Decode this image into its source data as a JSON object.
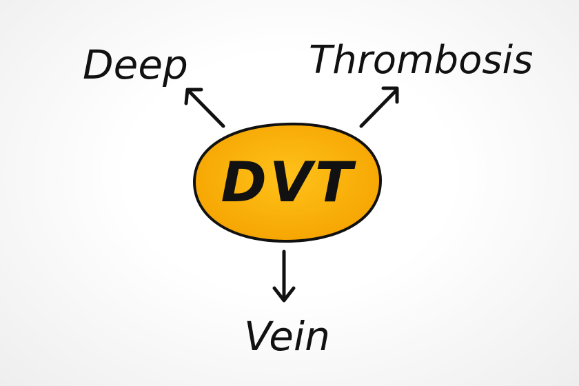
{
  "center": {
    "label": "DVT",
    "fill_color": "#f5a300",
    "fill_color_light": "#ffc21a",
    "outline_color": "#111111"
  },
  "branches": [
    {
      "label": "Deep"
    },
    {
      "label": "Thrombosis"
    },
    {
      "label": "Vein"
    }
  ],
  "ink_color": "#111111",
  "background_color": "#ffffff"
}
